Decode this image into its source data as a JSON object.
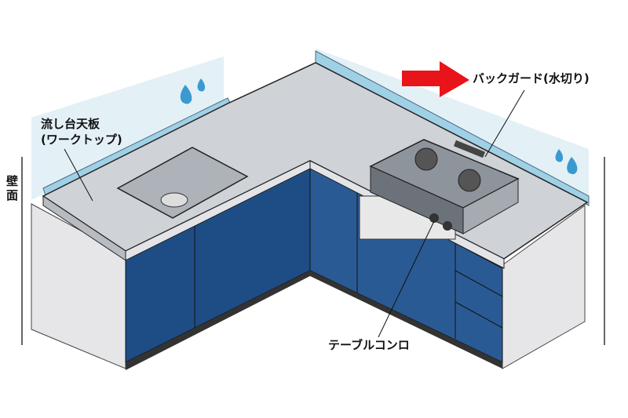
{
  "labels": {
    "worktop_line1": "流し台天板",
    "worktop_line2": "(ワークトップ)",
    "wall": "壁面",
    "backguard": "バックガード(水切り)",
    "stove": "テーブルコンロ"
  },
  "colors": {
    "cabinet": "#1e4d86",
    "wall": "#e3f0f6",
    "backguard": "#9fd0e6",
    "arrow": "#e8141a",
    "water": "#3a9ad0"
  }
}
